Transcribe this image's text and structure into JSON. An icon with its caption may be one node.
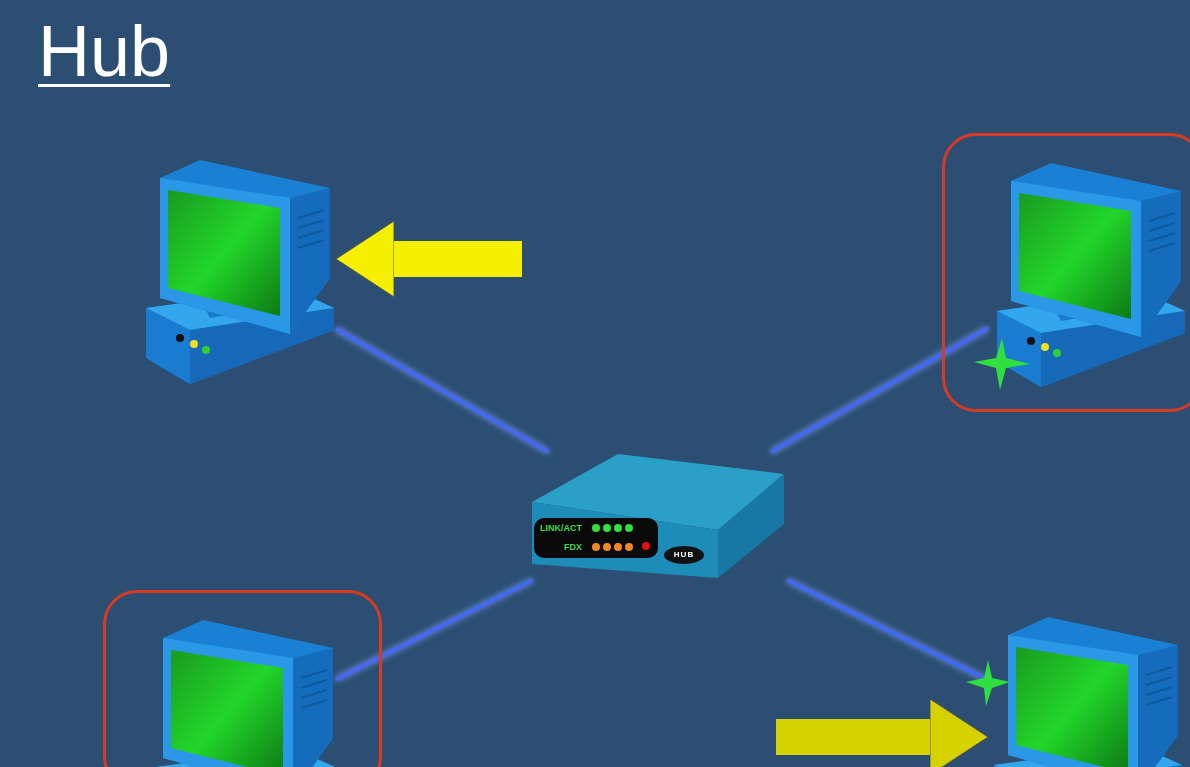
{
  "diagram": {
    "title": "Hub",
    "nodes": [
      {
        "text": [],
        "shape": "picture"
      },
      {
        "text": [],
        "shape": "box"
      },
      {
        "text": [],
        "shape": "picture",
        "in": 1
      },
      {
        "text": [
          "LINK/ACT",
          "FDX",
          "HUB"
        ]
      },
      {
        "text": [],
        "shape": "box"
      },
      {
        "text": [],
        "shape": "picture",
        "in": 4
      },
      {
        "text": [],
        "shape": "picture"
      }
    ],
    "edges": [
      {
        "from": null,
        "to": 0,
        "arrow": "to",
        "style": "thick",
        "color": "#f4f000"
      },
      {
        "from": 0,
        "to": 3,
        "arrow": "none"
      },
      {
        "from": 3,
        "to": 2,
        "arrow": "none"
      },
      {
        "from": 5,
        "to": 3,
        "arrow": "none"
      },
      {
        "from": 3,
        "to": 6,
        "arrow": "none"
      },
      {
        "from": null,
        "to": 6,
        "arrow": "to",
        "style": "thick",
        "color": "#d6d200"
      }
    ]
  }
}
